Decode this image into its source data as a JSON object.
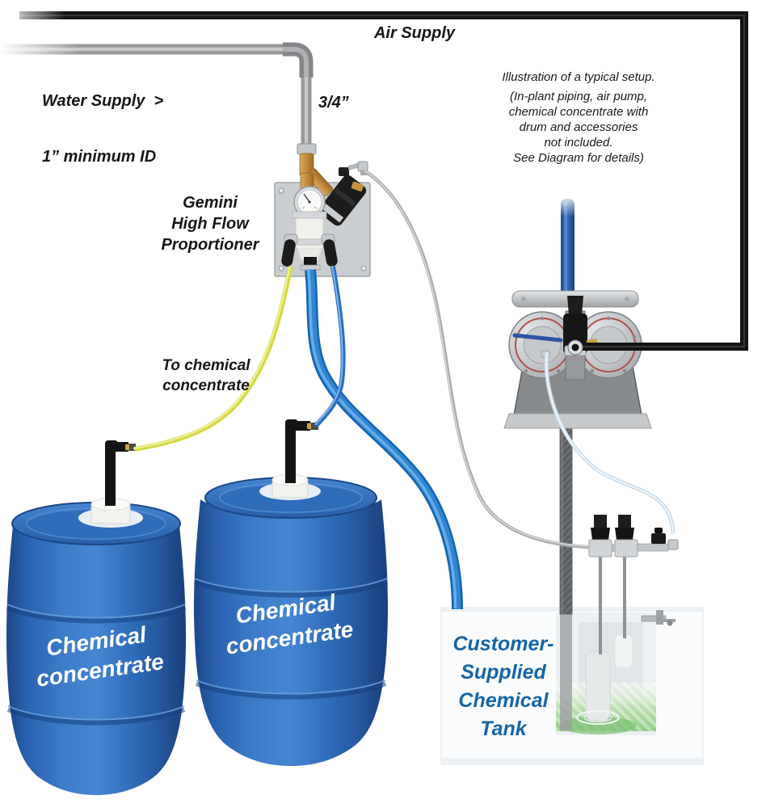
{
  "labels": {
    "air_supply": "Air Supply",
    "water_supply": [
      "Water Supply  >",
      "1” minimum ID"
    ],
    "water_pipe_size": "3/4”",
    "setup_note": [
      "Illustration of a typical setup.",
      "(In-plant piping, air pump,",
      "chemical concentrate with",
      "drum and accessories",
      "not included.",
      "See Diagram for details)"
    ],
    "proportioner": [
      "Gemini",
      "High Flow",
      "Proportioner"
    ],
    "suction_line": [
      "To chemical",
      "concentrate"
    ],
    "drum_left": [
      "Chemical",
      "concentrate"
    ],
    "drum_right": [
      "Chemical",
      "concentrate"
    ],
    "tank": [
      "Customer-",
      "Supplied",
      "Chemical",
      "Tank"
    ]
  },
  "colors": {
    "drum_blue": "#2f6cba",
    "tank_label_blue": "#1565a8",
    "air_pipe_black": "#141414",
    "water_pipe_gray": "#98999b",
    "outlet_hose_blue": "#1f78c8",
    "chemical_tube_yellow": "#d6d945",
    "tank_liquid_green": "#57b648",
    "pump_pipe_blue": "#2b62ad"
  }
}
